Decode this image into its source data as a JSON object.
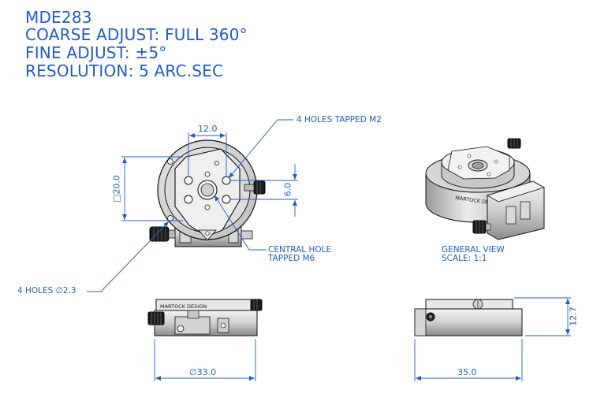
{
  "specs": {
    "model": "MDE283",
    "coarse_adjust": "COARSE ADJUST: FULL 360°",
    "fine_adjust": "FINE ADJUST: ±5°",
    "resolution": "RESOLUTION: 5 ARC.SEC"
  },
  "callouts": {
    "holes_tapped": "4 HOLES TAPPED M2",
    "central_hole_line1": "CENTRAL HOLE",
    "central_hole_line2": "TAPPED M6",
    "holes_diameter": "4 HOLES ∅2.3",
    "general_view_line1": "GENERAL VIEW",
    "general_view_line2": "SCALE: 1:1"
  },
  "dimensions": {
    "hole_spacing_x": "12.0",
    "square_size": "□20.0",
    "hole_spacing_y": "6.0",
    "diameter": "∅33.0",
    "width": "35.0",
    "height": "12.7"
  },
  "branding": {
    "engraving": "MARTOCK DESIGN"
  },
  "colors": {
    "dimension_blue": "#1e5cc8",
    "outline": "#111111",
    "metal_light": "#e6e6e6",
    "metal_mid": "#bdbdbd",
    "metal_dark": "#707070",
    "knob": "#1c1c1c"
  }
}
